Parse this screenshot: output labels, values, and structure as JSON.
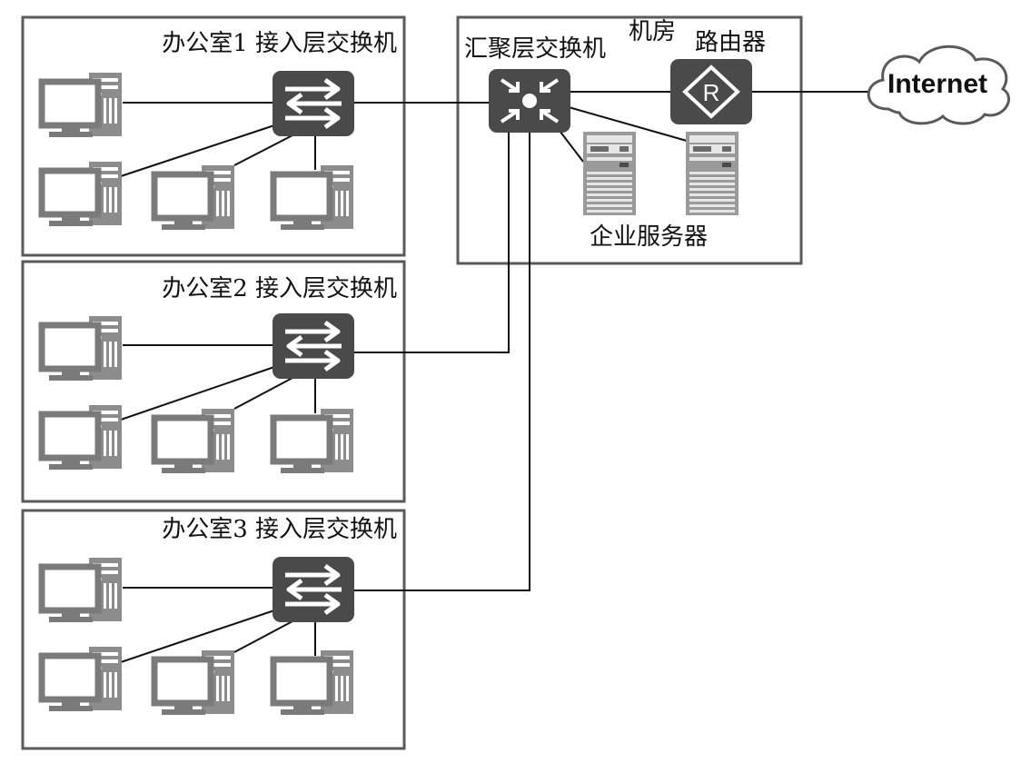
{
  "offices": [
    {
      "label": "办公室1 接入层交换机"
    },
    {
      "label": "办公室2 接入层交换机"
    },
    {
      "label": "办公室3 接入层交换机"
    }
  ],
  "machine_room": {
    "title": "机房",
    "core_switch_label": "汇聚层交换机",
    "router_label": "路由器",
    "servers_label": "企业服务器"
  },
  "internet": {
    "label": "Internet"
  }
}
